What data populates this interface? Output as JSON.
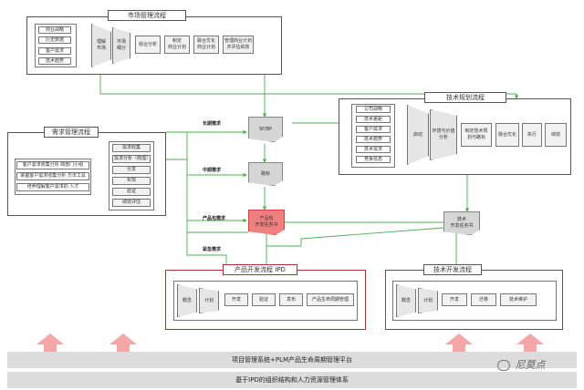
{
  "market": {
    "title": "市场管理流程",
    "inputs": [
      "商业战略",
      "历史数据",
      "客户需求",
      "技术趋势"
    ],
    "trap1": "理解\n市场",
    "trap2": "市场\n细分",
    "steps": [
      "组合分析",
      "制定\n商业计划",
      "融合优化\n商业计划",
      "管理商业计划\n并评估绩效"
    ]
  },
  "tech": {
    "title": "技术规划流程",
    "inputs": [
      "公司战略",
      "技术差距",
      "客户需求",
      "技术趋势",
      "技术需求",
      "竞争信息"
    ],
    "trap1": "启动",
    "trap2": "环境与价值\n分析",
    "steps": [
      "制定技术规\n划与路标",
      "融合优化",
      "执行",
      "绩效"
    ]
  },
  "demand": {
    "title": "需求管理流程",
    "left": [
      "客户需求收集分析 跨部门小组",
      "掌握客户需求收集分析 方法工具",
      "培养理解客户需求的 人才"
    ],
    "right": [
      "需求收集",
      "需求分析（梳理）",
      "分发",
      "实现",
      "验证",
      "绩效评估"
    ]
  },
  "docs": {
    "sp": "SP/BP",
    "roadmap": "路标",
    "charter": "产品包\n开发任务书",
    "tech_charter": "技术\n开发任务书"
  },
  "labels": {
    "long": "长期需求",
    "mid": "中期需求",
    "product": "产品包需求",
    "urgent": "紧急需求"
  },
  "ipd": {
    "title": "产品开发流程 IPD",
    "trap1": "概念",
    "trap2": "计划",
    "steps": [
      "开发",
      "验证",
      "发布",
      "产品生命周期管理"
    ]
  },
  "techdev": {
    "title": "技术开发流程",
    "trap1": "概念",
    "trap2": "计划",
    "steps": [
      "开发",
      "迁移",
      "技术维护"
    ]
  },
  "platform": {
    "top": "项目管理系统+PLM产品生命周期管理平台",
    "bottom": "基于IPD的组织结构和人力资源管理体系"
  },
  "watermark": "尼莫点",
  "colors": {
    "line": "#4caf50",
    "arrow_pink": "#f4a7a7",
    "highlight": "#f08080",
    "frame_red": "#a33333"
  }
}
